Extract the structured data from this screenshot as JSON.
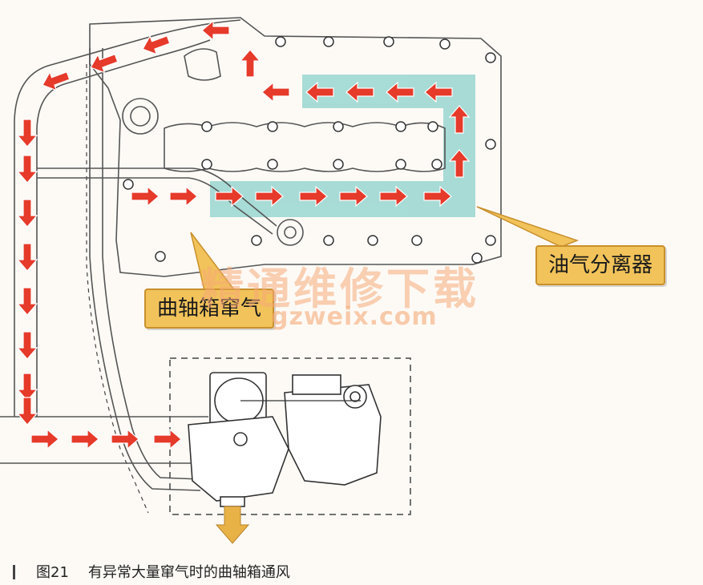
{
  "labels": {
    "crankcase_gas": "曲轴箱窜气",
    "oil_separator": "油气分离器"
  },
  "watermark": {
    "line1": "精通维修下载",
    "line2": "gzweix.com"
  },
  "caption": {
    "number": "图21",
    "text": "有异常大量窜气时的曲轴箱通风"
  },
  "colors": {
    "flow_arrow": "#e63a2a",
    "separator_zone": "#9fd8d3",
    "callout_fill": "#f1c35a",
    "outlet_arrow": "#e9b247"
  }
}
